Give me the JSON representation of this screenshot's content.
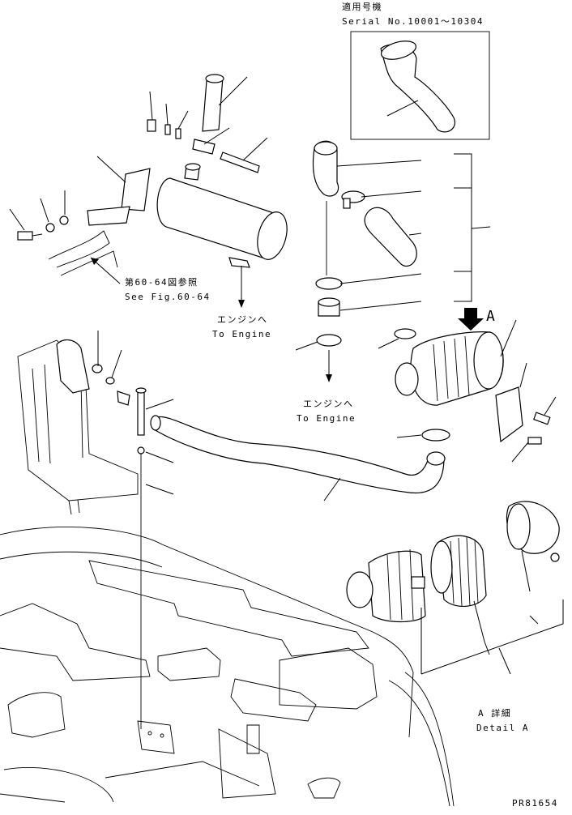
{
  "serial_box": {
    "title": "適用号機",
    "serial": "Serial No.10001～10304"
  },
  "refs": {
    "see_fig_jp": "第60-64図参照",
    "see_fig_en": "See Fig.60-64"
  },
  "to_engine_1": {
    "jp": "エンジンへ",
    "en": "To Engine"
  },
  "to_engine_2": {
    "jp": "エンジンへ",
    "en": "To Engine"
  },
  "detail": {
    "marker": "A",
    "jp": "A 詳細",
    "en": "Detail A"
  },
  "drawing_number": "PR81654"
}
